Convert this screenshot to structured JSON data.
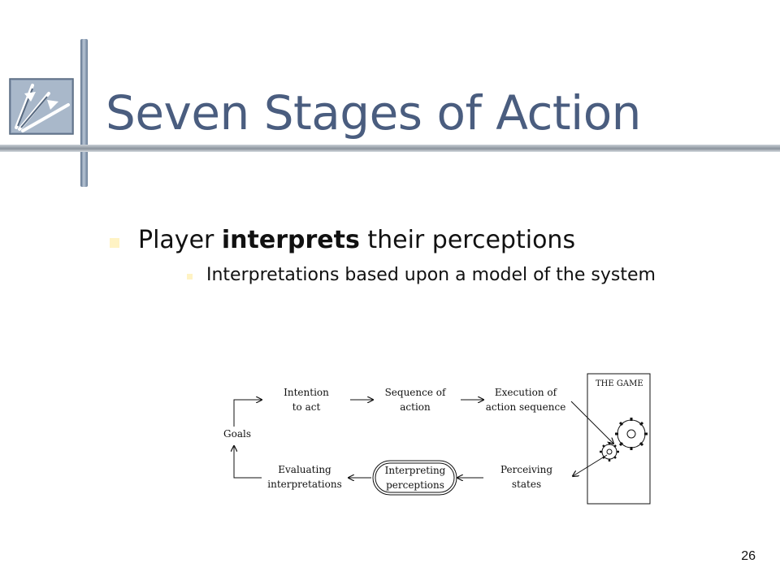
{
  "slide": {
    "title": "Seven Stages of Action",
    "bullet": {
      "prefix": "Player ",
      "emphasis": "interprets",
      "suffix": " their perceptions"
    },
    "subbullet": "Interpretations based upon a model of the system",
    "page_number": "26"
  },
  "diagram": {
    "nodes": {
      "goals": "Goals",
      "intention_1": "Intention",
      "intention_2": "to act",
      "sequence_1": "Sequence of",
      "sequence_2": "action",
      "execution_1": "Execution of",
      "execution_2": "action sequence",
      "perceiving_1": "Perceiving",
      "perceiving_2": "states",
      "interpreting_1": "Interpreting",
      "interpreting_2": "perceptions",
      "evaluating_1": "Evaluating",
      "evaluating_2": "interpretations"
    },
    "game_label": "THE GAME"
  }
}
